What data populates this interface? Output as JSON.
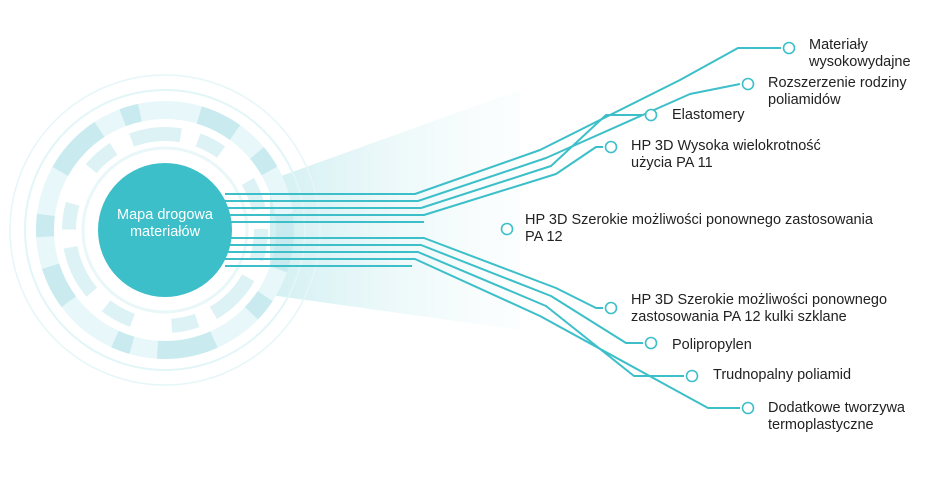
{
  "colors": {
    "accent": "#3cbfc9",
    "ring_light": "#dff4f6",
    "ring_mid": "#c5eaee",
    "text": "#222222"
  },
  "hub": {
    "line1": "Mapa drogowa",
    "line2": "materiałów"
  },
  "branches": [
    {
      "id": "high-performance",
      "lines": [
        "Materiały",
        "wysokowydajne"
      ]
    },
    {
      "id": "polyamide-family",
      "lines": [
        "Rozszerzenie rodziny",
        "poliamidów"
      ]
    },
    {
      "id": "elastomers",
      "lines": [
        "Elastomery"
      ]
    },
    {
      "id": "pa11",
      "lines": [
        "HP 3D Wysoka wielokrotność",
        "użycia PA 11"
      ]
    },
    {
      "id": "pa12",
      "lines": [
        "HP 3D Szerokie możliwości ponownego zastosowania",
        "PA 12"
      ]
    },
    {
      "id": "pa12-glass",
      "lines": [
        "HP 3D Szerokie możliwości ponownego",
        "zastosowania PA 12 kulki szklane"
      ]
    },
    {
      "id": "polypropylene",
      "lines": [
        "Polipropylen"
      ]
    },
    {
      "id": "flame-retardant",
      "lines": [
        "Trudnopalny poliamid"
      ]
    },
    {
      "id": "thermoplastics",
      "lines": [
        "Dodatkowe tworzywa",
        "termoplastyczne"
      ]
    }
  ]
}
